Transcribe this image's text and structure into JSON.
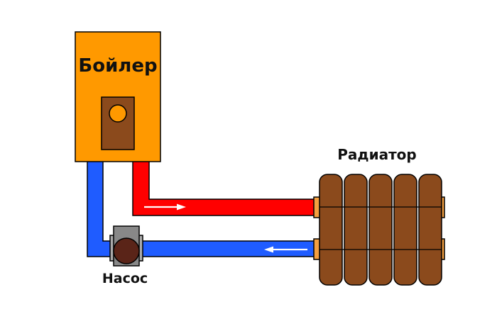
{
  "diagram": {
    "boiler_label": "Бойлер",
    "radiator_label": "Радиатор",
    "pump_label": "Насос"
  },
  "colors": {
    "boiler_fill": "#ff9900",
    "boiler_panel": "#8b4a1c",
    "boiler_indicator": "#ff9900",
    "supply_pipe": "#ff0000",
    "return_pipe": "#1f5cff",
    "radiator_fill": "#8b4a1c",
    "radiator_fitting": "#f5a040",
    "pump_body": "#888888",
    "pump_rotor": "#5a2418",
    "pump_flange": "#aaaaaa",
    "flow_arrow": "#ffffff",
    "outline": "#000000"
  }
}
